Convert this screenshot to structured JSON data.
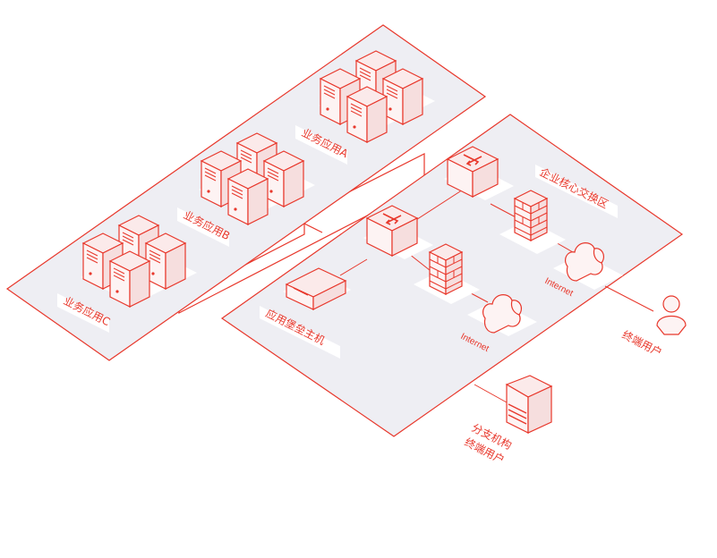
{
  "colors": {
    "accent": "#e8382c",
    "zone_fill": "#eeeef3",
    "card_fill": "#ffffff"
  },
  "zones": {
    "apps": {
      "app_a": "业务应用A",
      "app_b": "业务应用B",
      "app_c": "业务应用C"
    },
    "core": {
      "title": "企业核心交换区",
      "bastion": "应用堡垒主机",
      "internet_1": "Internet",
      "internet_2": "Internet"
    }
  },
  "external": {
    "end_user": "终端用户",
    "branch_line1": "分支机构",
    "branch_line2": "终端用户"
  },
  "icons": [
    "server-icon",
    "switch-icon",
    "firewall-icon",
    "cloud-icon",
    "bastion-host-icon",
    "user-icon",
    "branch-device-icon"
  ]
}
